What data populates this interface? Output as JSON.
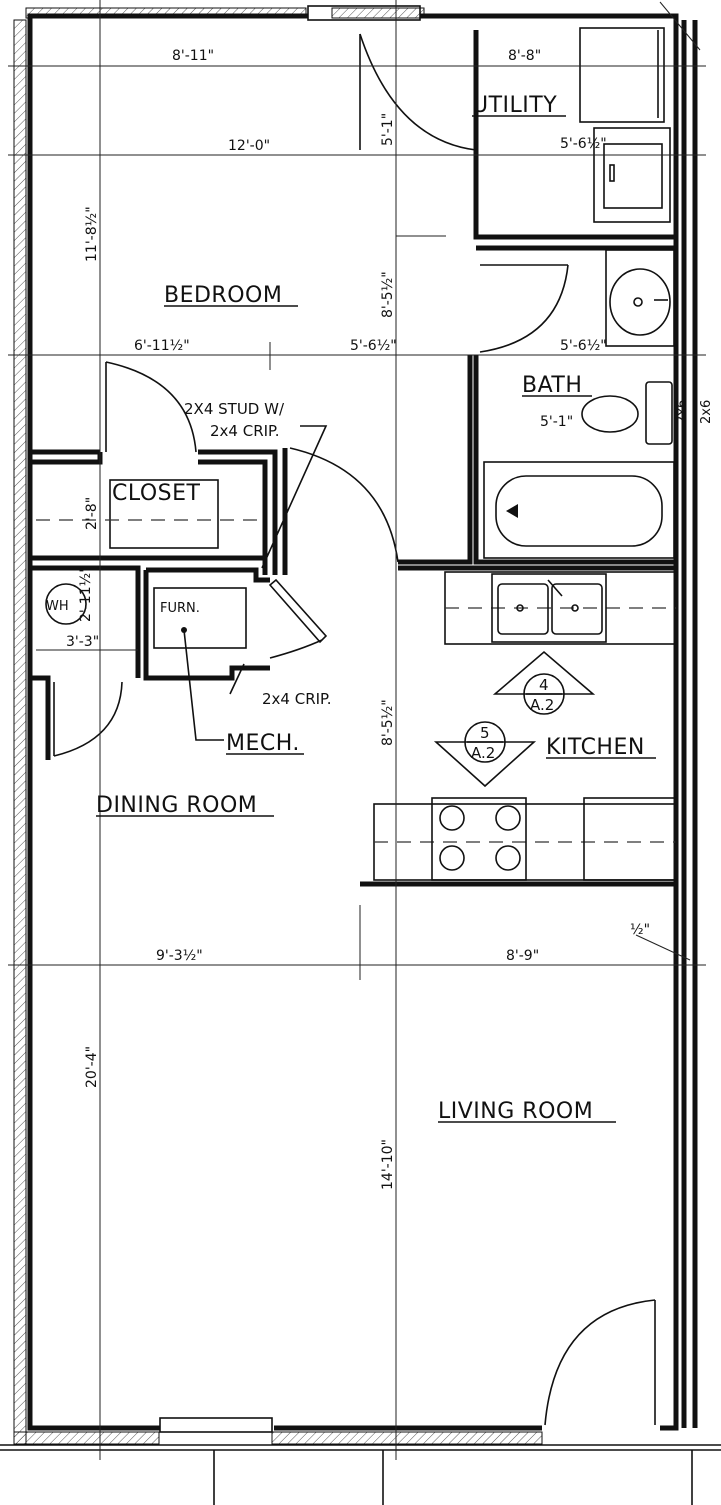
{
  "rooms": {
    "bedroom": "BEDROOM",
    "utility": "UTILITY",
    "bath": "BATH",
    "closet": "CLOSET",
    "dining": "DINING ROOM",
    "kitchen": "KITCHEN",
    "living": "LIVING ROOM",
    "mech": "MECH."
  },
  "labels": {
    "furn": "FURN.",
    "wh": "WH",
    "stud_line1": "2X4 STUD W/",
    "stud_line2": "2x4 CRIP.",
    "crip": "2x4 CRIP.",
    "wall_2x6_a": "2x6",
    "wall_2x6_b": "2x6"
  },
  "dimensions": {
    "bedroom_width": "8'-11\"",
    "utility_width": "8'-8\"",
    "overall_top": "12'-0\"",
    "utility_depth": "5'-6½\"",
    "utility_height": "5'-1\"",
    "bedroom_depth": "11'-8½\"",
    "bedroom_mid": "8'-5½\"",
    "closet_width": "6'-11½\"",
    "hall_width": "5'-6½\"",
    "bath_width": "5'-6½\"",
    "bath_tub": "5'-1\"",
    "closet_depth": "2'-8\"",
    "wh_depth": "2'-11½\"",
    "wh_width": "3'-3\"",
    "kitchen_depth": "8'-5½\"",
    "dining_width": "9'-3½\"",
    "living_width": "8'-9\"",
    "half_inch": "½\"",
    "overall_depth": "20'-4\"",
    "living_depth": "14'-10\""
  },
  "tags": {
    "section4_num": "4",
    "section4_sheet": "A.2",
    "section5_num": "5",
    "section5_sheet": "A.2"
  }
}
